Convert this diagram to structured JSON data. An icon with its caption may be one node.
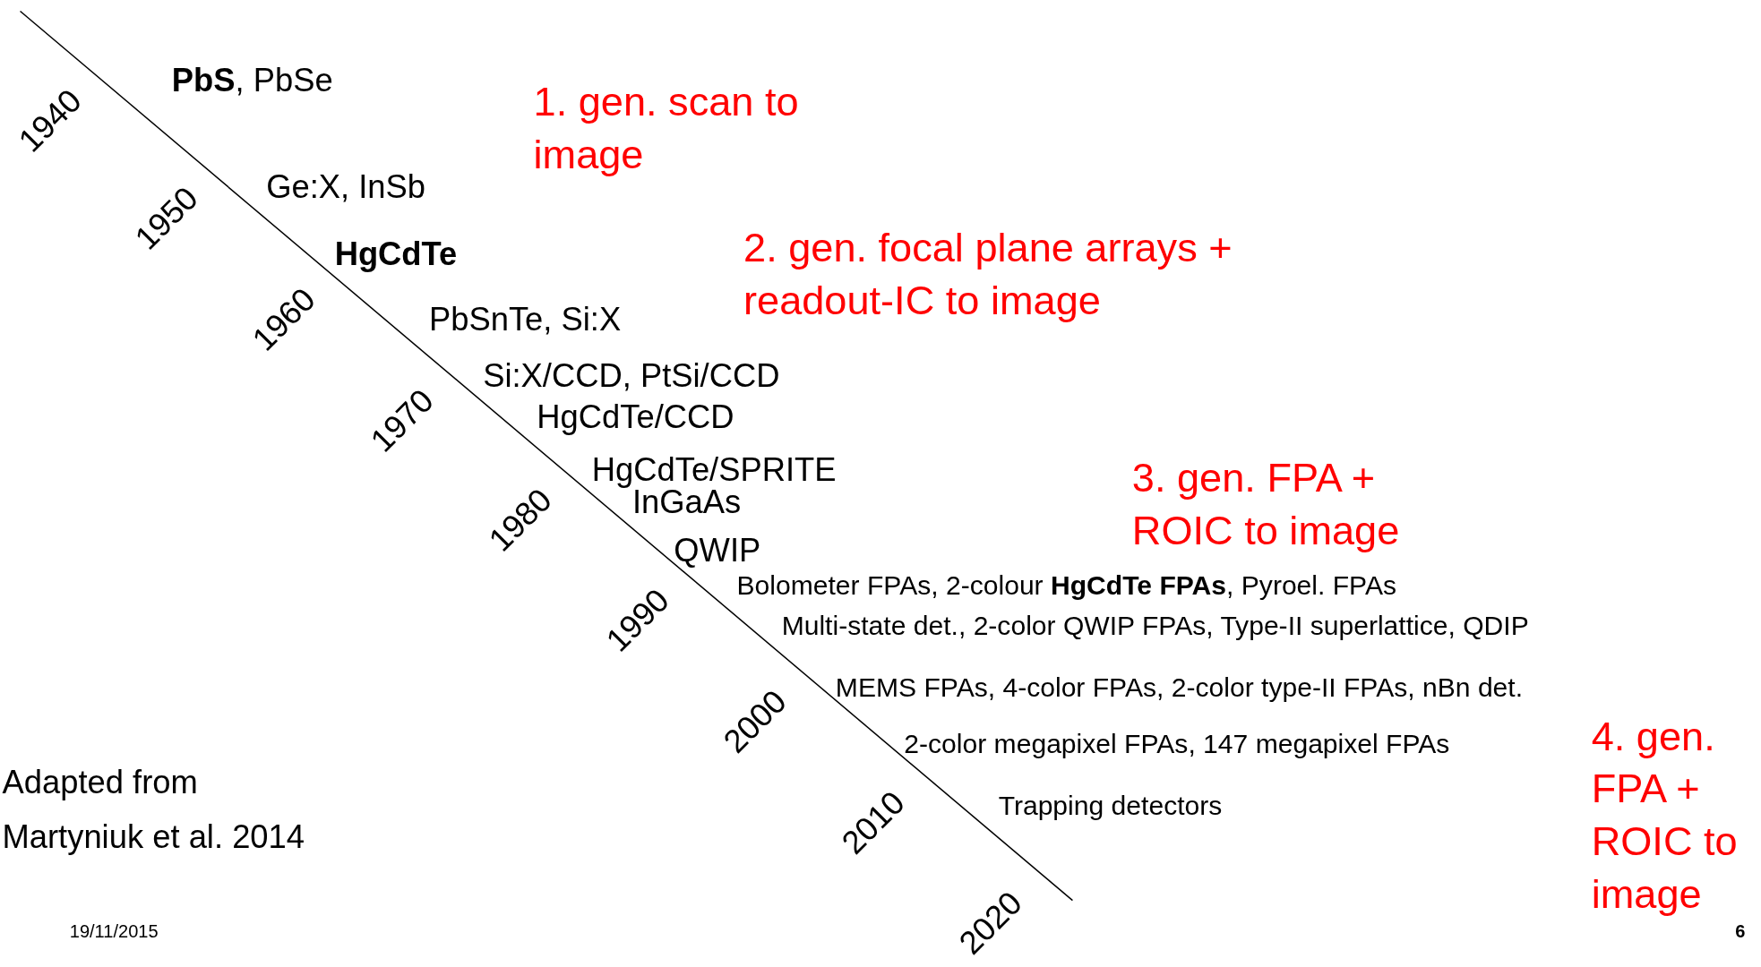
{
  "diagram": {
    "labels": [
      "**PbS**, PbSe",
      "1. gen. scan to image",
      "1940",
      "Ge:X, InSb",
      "1950",
      "HgCdTe",
      "2. gen. focal plane arrays + readout-IC to image",
      "1960",
      "PbSnTe, Si:X",
      "Si:X/CCD, PtSi/CCD",
      "1970",
      "HgCdTe/CCD",
      "HgCdTe/SPRITE",
      "3. gen. FPA + ROIC to image",
      "InGaAs",
      "1980",
      "QWIP",
      "Bolometer FPAs, 2-colour **HgCdTe FPAs**, Pyroel. FPAs",
      "Multi-state det., 2-color QWIP FPAs, Type-II superlattice, QDIP",
      "1990",
      "MEMS FPAs, 4-color FPAs, 2-color type-II FPAs, nBn det.",
      "4. gen. FPA + ROIC to image",
      "2000",
      "2-color megapixel FPAs, 147 megapixel FPAs",
      "Adapted from",
      "Trapping detectors",
      "2010",
      "Martyniuk et al. 2014",
      "2020",
      "19/11/2015",
      "6"
    ]
  }
}
